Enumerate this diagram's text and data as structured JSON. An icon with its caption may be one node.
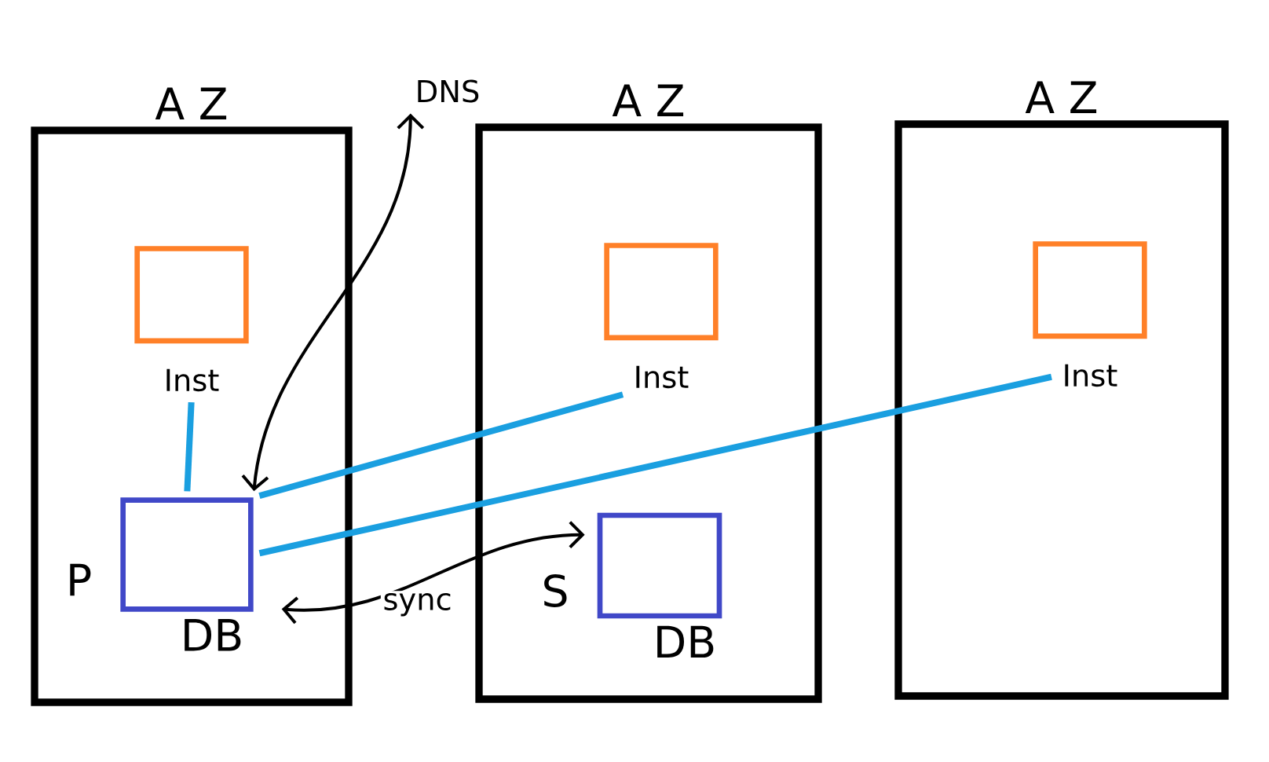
{
  "diagram": {
    "nodes": [
      {
        "text": [
          "A Z"
        ]
      },
      {
        "text": [
          "Inst"
        ],
        "in": 0
      },
      {
        "text": [
          "P",
          "DB"
        ],
        "in": 0
      },
      {
        "text": [
          "A Z"
        ]
      },
      {
        "text": [
          "Inst"
        ],
        "in": 3
      },
      {
        "text": [
          "S",
          "DB"
        ],
        "in": 3
      },
      {
        "text": [
          "A Z"
        ]
      },
      {
        "text": [
          "Inst"
        ],
        "in": 6
      },
      {
        "text": [
          "DNS"
        ]
      }
    ],
    "edges": [
      {
        "from": 1,
        "to": 2,
        "arrow": "none"
      },
      {
        "from": 4,
        "to": 2,
        "arrow": "none"
      },
      {
        "from": 7,
        "to": 2,
        "arrow": "none"
      },
      {
        "from": 2,
        "to": 8,
        "arrow": "both",
        "color": "#000000"
      },
      {
        "from": 2,
        "to": 5,
        "arrow": "both",
        "label": "sync",
        "color": "#000000"
      }
    ]
  }
}
